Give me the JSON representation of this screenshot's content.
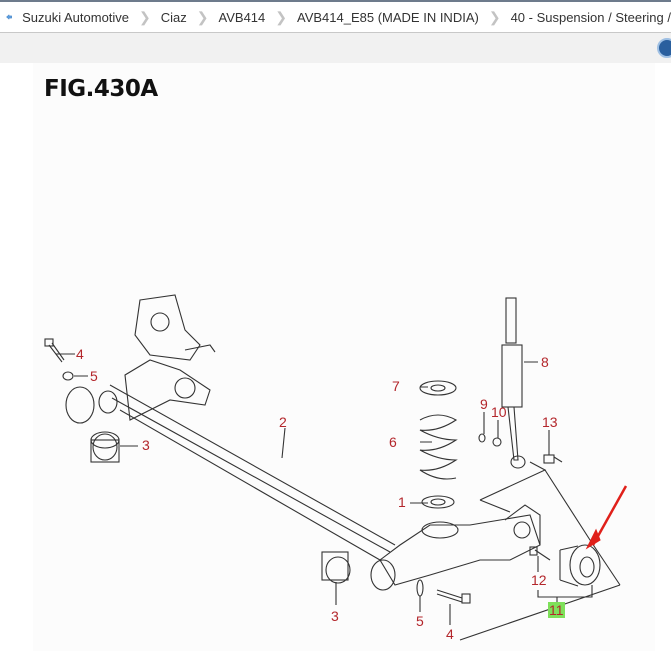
{
  "breadcrumb": [
    "Suzuki Automotive",
    "Ciaz",
    "AVB414",
    "AVB414_E85 (MADE IN INDIA)",
    "40 - Suspension / Steering /"
  ],
  "figure": {
    "title": "FIG.430A",
    "callouts": [
      "1",
      "2",
      "3",
      "3",
      "4",
      "4",
      "5",
      "5",
      "6",
      "7",
      "8",
      "9",
      "10",
      "11",
      "12",
      "13"
    ],
    "highlighted": "11",
    "highlight_color": "#7ee05a",
    "callout_color": "#b3262b"
  }
}
